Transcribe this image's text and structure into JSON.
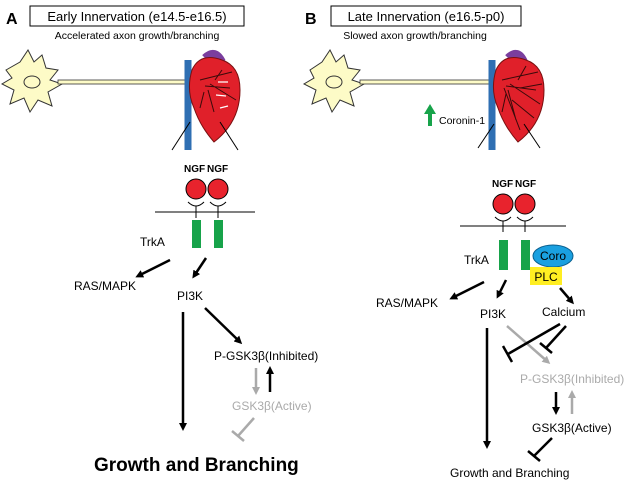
{
  "panel_a": {
    "letter": "A",
    "title": "Early Innervation (e14.5-e16.5)",
    "subtitle": "Accelerated axon growth/branching",
    "ngf": "NGF",
    "ngf2": "NGF",
    "receptor": "TrkA",
    "ras": "RAS/MAPK",
    "pi3k": "PI3K",
    "pgsk": "P-GSK3β(Inhibited)",
    "gsk": "GSK3β(Active)",
    "outcome": "Growth and Branching"
  },
  "panel_b": {
    "letter": "B",
    "title": "Late Innervation (e16.5-p0)",
    "subtitle": "Slowed axon growth/branching",
    "coronin": "Coronin-1",
    "ngf": "NGF",
    "ngf2": "NGF",
    "receptor": "TrkA",
    "coro": "Coro",
    "plc": "PLC",
    "ras": "RAS/MAPK",
    "pi3k": "PI3K",
    "calcium": "Calcium",
    "pgsk": "P-GSK3β(Inhibited)",
    "gsk": "GSK3β(Active)",
    "outcome": "Growth and Branching"
  },
  "colors": {
    "neuron": "#fdfbc7",
    "heart_red": "#e0202a",
    "vessel_blue": "#2f6fb3",
    "vessel_purple": "#7a3e9e",
    "ngf_red": "#e8232d",
    "receptor_green": "#17a34a",
    "coro_blue": "#1aa0e0",
    "plc_yellow": "#ffee22",
    "inactive_gray": "#aaaaaa"
  }
}
